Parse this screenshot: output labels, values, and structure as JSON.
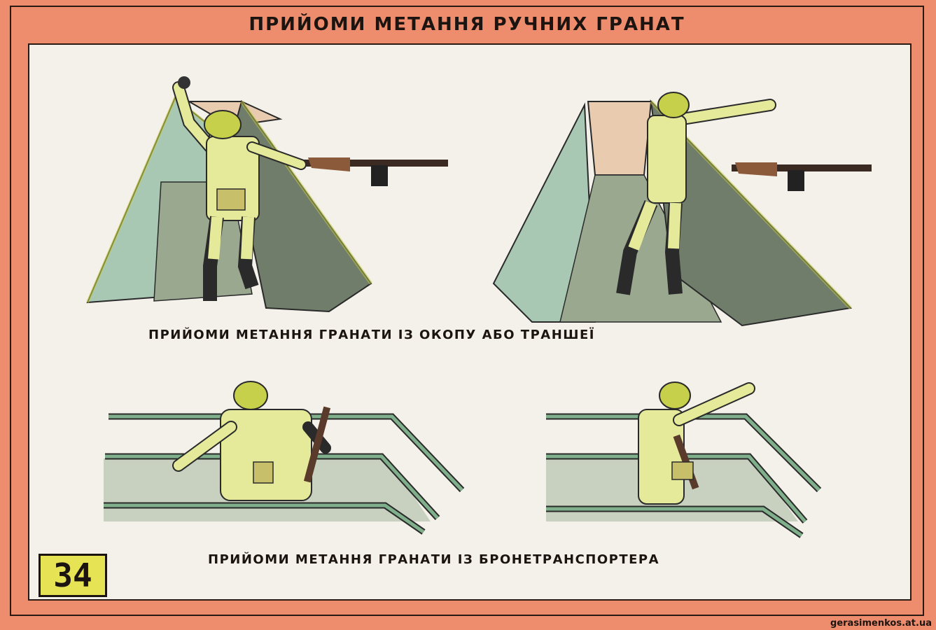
{
  "poster": {
    "title": "ПРИЙОМИ МЕТАННЯ РУЧНИХ ГРАНАТ",
    "caption_trench": "ПРИЙОМИ  МЕТАННЯ  ГРАНАТИ  ІЗ  ОКОПУ  АБО  ТРАНШЕЇ",
    "caption_apc": "ПРИЙОМИ  МЕТАННЯ  ГРАНАТИ  ІЗ  БРОНЕТРАНСПОРТЕРА",
    "page_number": "34",
    "watermark": "gerasimenkos.at.ua"
  },
  "colors": {
    "frame": "#ee8d6e",
    "panel": "#f4f1ea",
    "uniform": "#e4ea9a",
    "trench_wall": "#8fb7a4",
    "armor_edge": "#5f9a72",
    "page_box": "#e6e354"
  }
}
